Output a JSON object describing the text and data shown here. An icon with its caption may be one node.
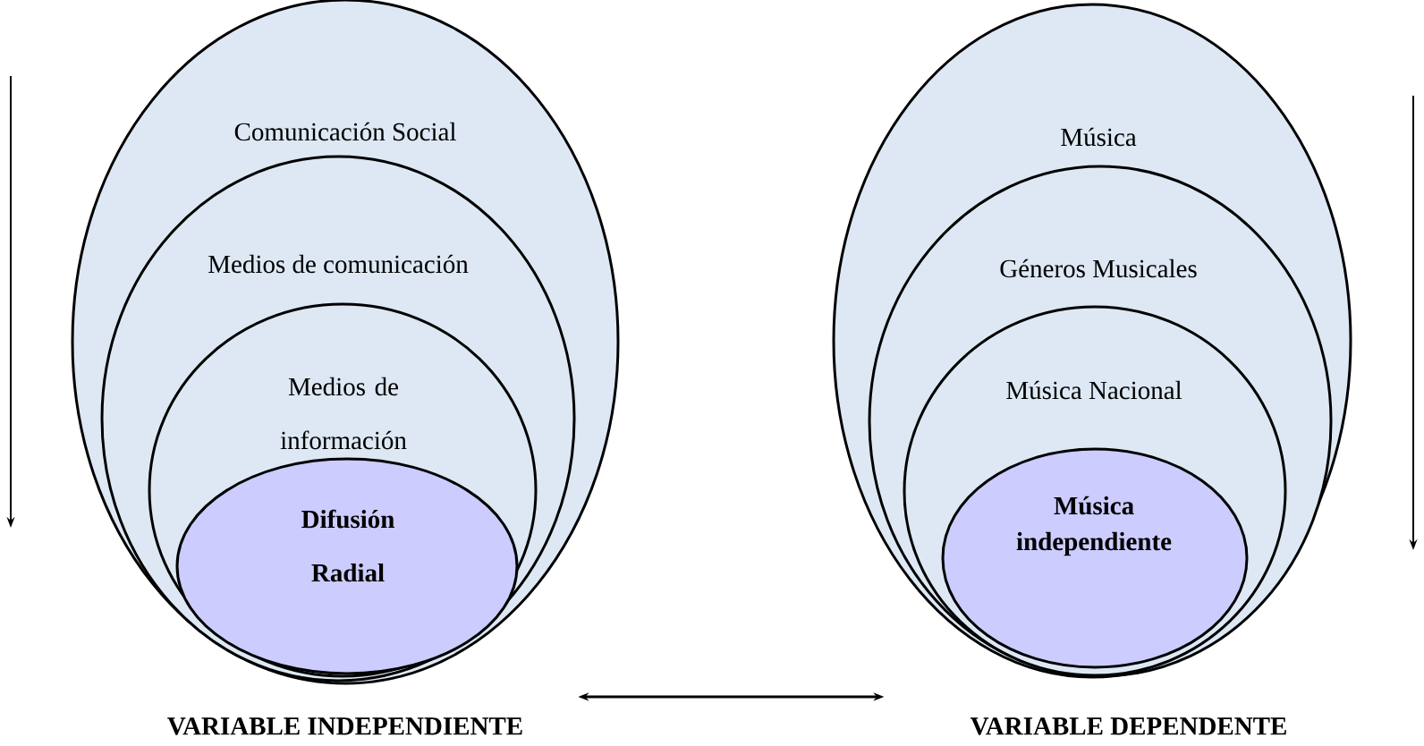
{
  "diagram": {
    "nodes": [
      {
        "text": [
          "Comunicación Social"
        ]
      },
      {
        "text": [
          "Medios de comunicación"
        ],
        "in": 0
      },
      {
        "text": [
          "Medios de información"
        ],
        "in": 1
      },
      {
        "text": [
          "Difusión Radial"
        ],
        "in": 2
      },
      {
        "text": [
          "Música"
        ]
      },
      {
        "text": [
          "Géneros Musicales"
        ],
        "in": 4
      },
      {
        "text": [
          "Música Nacional"
        ],
        "in": 5
      },
      {
        "text": [
          "Música independiente"
        ],
        "in": 6
      },
      {
        "text": [
          "VARIABLE INDEPENDIENTE"
        ]
      },
      {
        "text": [
          "VARIABLE DEPENDENTE"
        ]
      }
    ],
    "edges": [
      {
        "from": 8,
        "to": 9,
        "arrow": "both"
      }
    ]
  }
}
